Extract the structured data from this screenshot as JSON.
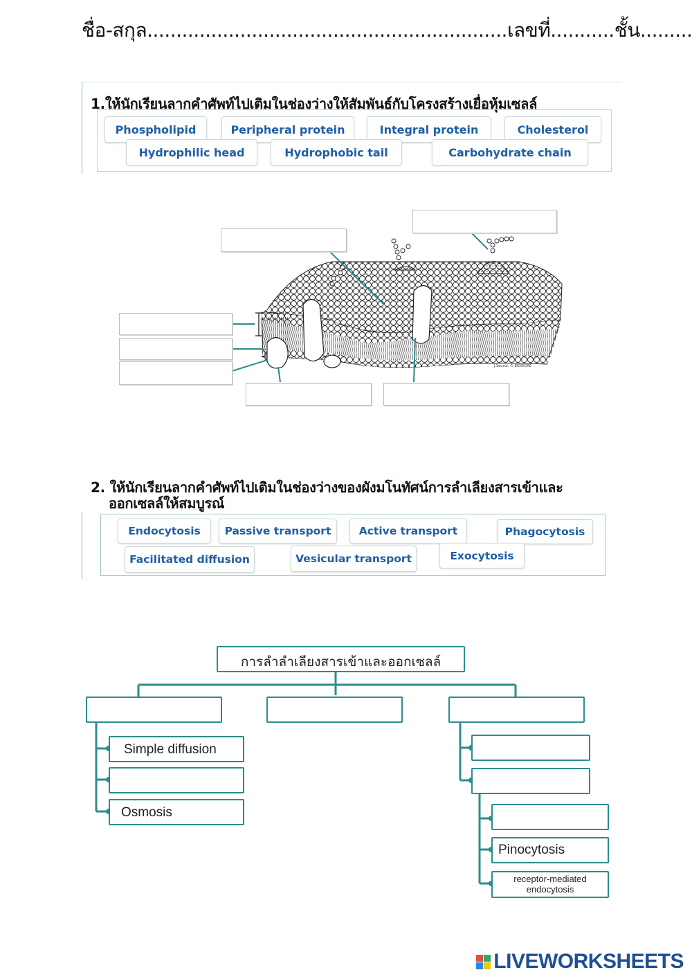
{
  "header": {
    "name_label": "ชื่อ-สกุล",
    "name_blank": "..............................................................",
    "number_label": "เลขที่",
    "number_blank": "...........",
    "class_label": "ชั้น",
    "class_blank": ".........."
  },
  "q1": {
    "title": "1.ให้นักเรียนลากคำศัพท์ไปเติมในช่องว่างให้สัมพันธ์กับโครงสร้างเยื่อหุ้มเซลล์",
    "word_bank": [
      "Phospholipid",
      "Peripheral protein",
      "Integral protein",
      "Cholesterol",
      "Hydrophilic head",
      "Hydrophobic tail",
      "Carbohydrate chain"
    ],
    "image_credit": "J.Soucie, © BIODIDAC"
  },
  "q2": {
    "title_line1": "2. ให้นักเรียนลากคำศัพท์ไปเติมในช่องว่างของผังมโนทัศน์การลำเลียงสารเข้าและ",
    "title_line2": "ออกเซลล์ให้สมบูรณ์",
    "word_bank": [
      "Endocytosis",
      "Passive transport",
      "Active transport",
      "Phagocytosis",
      "Facilitated diffusion",
      "Vesicular transport",
      "Exocytosis"
    ]
  },
  "concept_map": {
    "root": "การลำลำเลียงสารเข้าและออกเซลล์",
    "left_items": [
      "Simple diffusion",
      "Osmosis"
    ],
    "right_items": [
      "Pinocytosis",
      "receptor-mediated endocytosis"
    ]
  },
  "footer": {
    "logo_text": "LIVEWORKSHEETS",
    "logo_colors": [
      "#e74c3c",
      "#27ae60",
      "#2e86de",
      "#f1c40f"
    ]
  }
}
